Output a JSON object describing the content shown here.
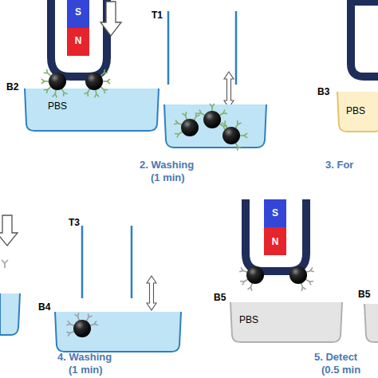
{
  "diagram": {
    "nodes": [
      {
        "text": [
          "S",
          "N"
        ]
      },
      {
        "text": [
          "B2",
          "PBS"
        ]
      },
      {
        "text": [
          "B3",
          "PBS"
        ]
      },
      {
        "text": [
          "B4"
        ]
      },
      {
        "text": [
          "S",
          "N"
        ]
      },
      {
        "text": [
          "B5",
          "PBS"
        ]
      },
      {
        "text": [
          "B5"
        ]
      }
    ],
    "labels": [
      "T1",
      "2. Washing",
      "(1 min)",
      "3. For",
      "T3",
      "4. Washing",
      "(1 min)",
      "5. Detect",
      "(0.5 min"
    ]
  }
}
